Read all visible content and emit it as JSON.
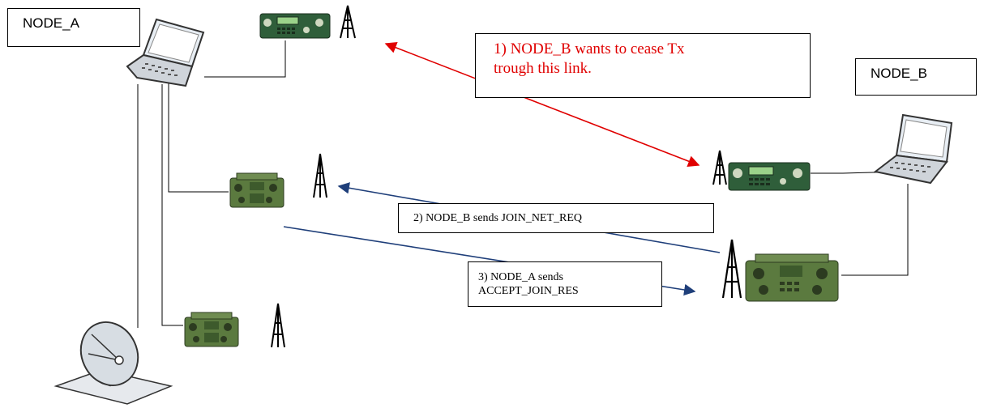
{
  "nodes": {
    "a_label": "NODE_A",
    "b_label": "NODE_B"
  },
  "steps": {
    "step1": "1) NODE_B wants to cease Tx trough this link.",
    "step1_line1": "1) NODE_B wants to cease Tx",
    "step1_line2": "trough this link.",
    "step2": "2) NODE_B sends  JOIN_NET_REQ",
    "step3_line1": "3) NODE_A sends",
    "step3_line2": "ACCEPT_JOIN_RES"
  },
  "colors": {
    "step1_arrow": "#e00000",
    "step1_text": "#e00000",
    "step2_3_arrow": "#1f3f7a",
    "wire": "#000000",
    "radio_body": "#3d5a2c",
    "radio_panel": "#5b7a3f",
    "hf_radio_body": "#2f5e3a"
  },
  "icons": [
    "laptop-icon",
    "hf-radio-icon",
    "manpack-radio-icon",
    "antenna-icon",
    "satellite-dish-icon"
  ]
}
